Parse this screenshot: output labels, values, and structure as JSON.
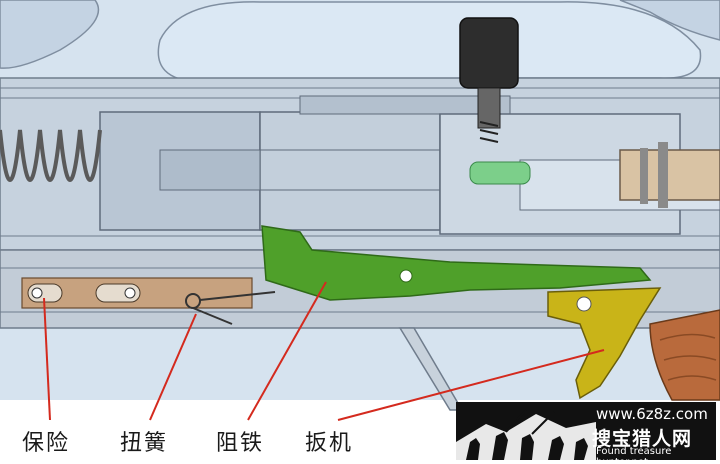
{
  "labels": {
    "safety": "保险",
    "spring": "扭簧",
    "sear": "阻铁",
    "trigger": "扳机"
  },
  "watermark": {
    "url": "www.6z8z.com",
    "name_cn": "搜宝猎人网",
    "name_en": "Found treasure hunter.net"
  },
  "colors": {
    "background": "#d6e3ef",
    "frame": "#b8c3cf",
    "sear_green": "#4fa02a",
    "trigger_yellow": "#c9b418",
    "safety_tan": "#c7a27f",
    "grip_wood": "#b96a3c",
    "leader_red": "#d42a1e"
  }
}
